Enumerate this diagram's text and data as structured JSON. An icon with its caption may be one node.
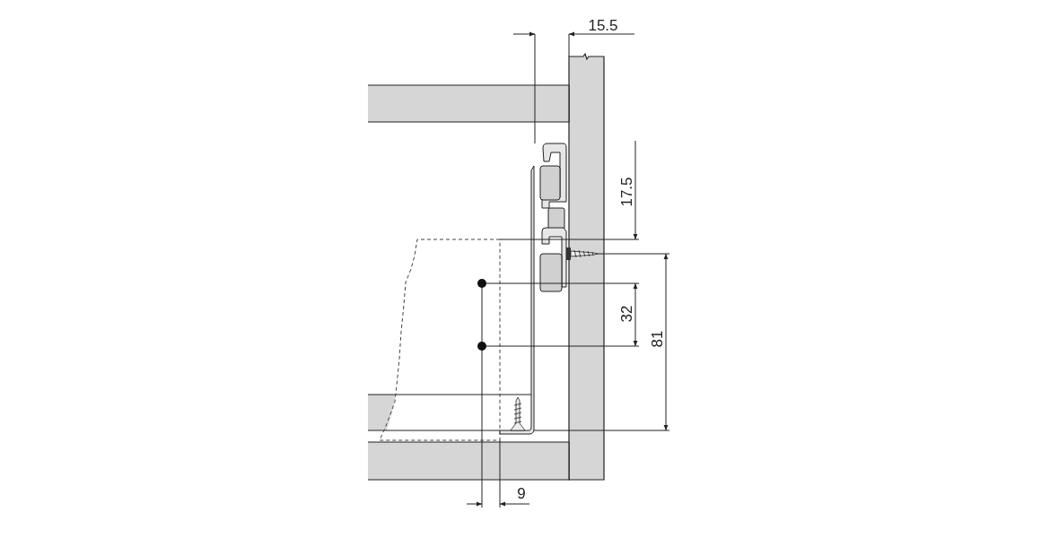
{
  "diagram": {
    "labels": [
      "15.5",
      "17.5",
      "32",
      "81",
      "9"
    ]
  }
}
